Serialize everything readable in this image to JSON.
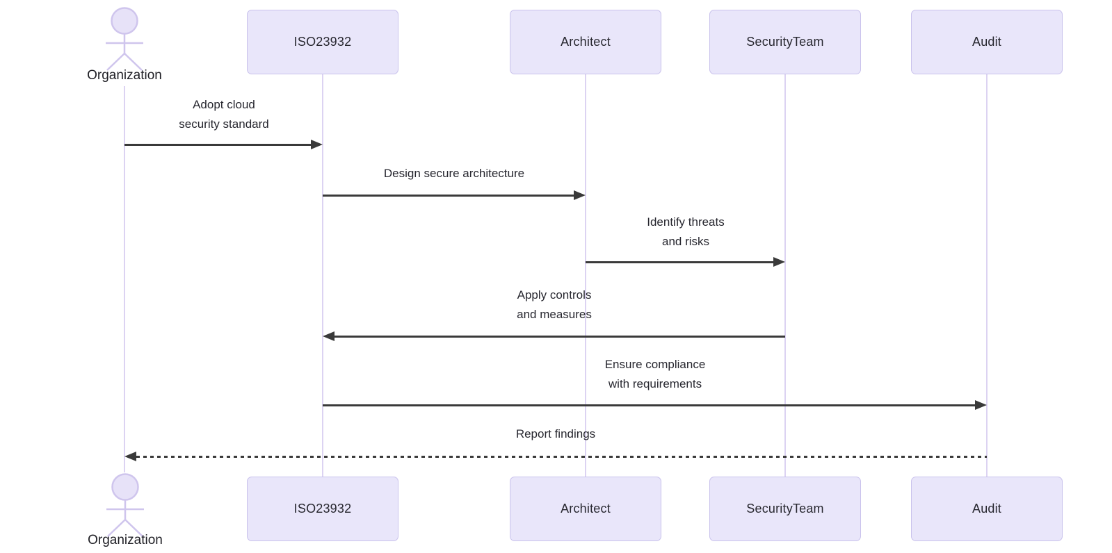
{
  "diagram": {
    "type": "sequence-diagram",
    "participants": [
      {
        "label": "Organization",
        "kind": "actor"
      },
      {
        "label": "ISO23932",
        "kind": "participant"
      },
      {
        "label": "Architect",
        "kind": "participant"
      },
      {
        "label": "SecurityTeam",
        "kind": "participant"
      },
      {
        "label": "Audit",
        "kind": "participant"
      }
    ],
    "messages": [
      {
        "from": "Organization",
        "to": "ISO23932",
        "label": "Adopt cloud\nsecurity standard",
        "line": "solid",
        "direction": "right"
      },
      {
        "from": "ISO23932",
        "to": "Architect",
        "label": "Design secure architecture",
        "line": "solid",
        "direction": "right"
      },
      {
        "from": "Architect",
        "to": "SecurityTeam",
        "label": "Identify threats\nand risks",
        "line": "solid",
        "direction": "right"
      },
      {
        "from": "SecurityTeam",
        "to": "ISO23932",
        "label": "Apply controls\nand measures",
        "line": "solid",
        "direction": "left"
      },
      {
        "from": "ISO23932",
        "to": "Audit",
        "label": "Ensure compliance\nwith requirements",
        "line": "solid",
        "direction": "right"
      },
      {
        "from": "Audit",
        "to": "Organization",
        "label": "Report findings",
        "line": "dashed",
        "direction": "left"
      }
    ],
    "colors": {
      "participant_fill": "#E9E6FA",
      "participant_border": "#C9C2EC",
      "lifeline": "#DCD3F2",
      "actor_stroke": "#CFC5ED",
      "arrow": "#3A3A3A",
      "text": "#27272F",
      "background": "#FFFFFF"
    }
  }
}
